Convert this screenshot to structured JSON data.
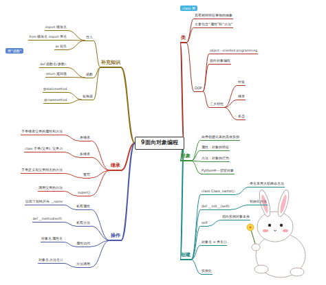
{
  "diagram": {
    "nodes": [
      {
        "text": [
          "9面向对象编程"
        ]
      },
      {
        "text": [
          "类"
        ]
      },
      {
        "text": [
          "具有相同特征事物的抽象"
        ]
      },
      {
        "text": [
          "主要包含“属性”和“方法”"
        ]
      },
      {
        "text": [
          "OOP"
        ]
      },
      {
        "text": [
          "object - oriented programming"
        ]
      },
      {
        "text": [
          "面向对象编程"
        ]
      },
      {
        "text": [
          "三大特性"
        ]
      },
      {
        "text": [
          "封装"
        ]
      },
      {
        "text": [
          "继承"
        ]
      },
      {
        "text": [
          "多态"
        ]
      },
      {
        "text": [
          "对象"
        ]
      },
      {
        "text": [
          "由类创建出来的具体实例"
        ]
      },
      {
        "text": [
          "属性：对象的特征"
        ]
      },
      {
        "text": [
          "方法：对象的行为"
        ]
      },
      {
        "text": [
          "Python中一切皆对象"
        ]
      },
      {
        "text": [
          "创建"
        ]
      },
      {
        "text": [
          "class Class_name():"
        ]
      },
      {
        "text": [
          "类名采用大驼峰命名法"
        ]
      },
      {
        "text": [
          "def __init__(self):"
        ]
      },
      {
        "text": [
          "初始化方法"
        ]
      },
      {
        "text": [
          "self"
        ]
      },
      {
        "text": [
          "指向实例对象本身"
        ]
      },
      {
        "text": [
          "对象名 = 类名()"
        ]
      },
      {
        "text": [
          "实例化"
        ]
      },
      {
        "text": [
          "补充知识"
        ]
      },
      {
        "text": [
          "导入"
        ]
      },
      {
        "text": [
          "import 模块名"
        ]
      },
      {
        "text": [
          "from 模块名 import 类名"
        ]
      },
      {
        "text": [
          "as 别名"
        ]
      },
      {
        "text": [
          "函数"
        ]
      },
      {
        "text": [
          "def 函数名(参数):"
        ]
      },
      {
        "text": [
          "return 返回值"
        ]
      },
      {
        "text": [
          "装饰器"
        ]
      },
      {
        "text": [
          "@staticmethod"
        ]
      },
      {
        "text": [
          "@classmethod"
        ]
      },
      {
        "text": [
          "继承"
        ]
      },
      {
        "text": [
          "单继承"
        ]
      },
      {
        "text": [
          "子类继承父类的属性和方法"
        ]
      },
      {
        "text": [
          "多继承"
        ]
      },
      {
        "text": [
          "class 子类(父类1, 父类2)"
        ]
      },
      {
        "text": [
          "重写"
        ]
      },
      {
        "text": [
          "子类定义与父类同名的方法"
        ]
      },
      {
        "text": [
          "super()"
        ]
      },
      {
        "text": [
          "调用父类的方法"
        ]
      },
      {
        "text": [
          "操作"
        ]
      },
      {
        "text": [
          "私有属性"
        ]
      },
      {
        "text": [
          "以双下划线开头 __name"
        ]
      },
      {
        "text": [
          "私有方法"
        ]
      },
      {
        "text": [
          "def __method(self):"
        ]
      },
      {
        "text": [
          "属性访问"
        ]
      },
      {
        "text": [
          "对象名.属性名"
        ]
      },
      {
        "text": [
          "方法调用"
        ]
      },
      {
        "text": [
          "对象名.方法名()"
        ]
      }
    ],
    "edges": [
      {
        "from": 0,
        "to": 1,
        "arrow": "none"
      },
      {
        "from": 1,
        "to": 2,
        "arrow": "none"
      },
      {
        "from": 1,
        "to": 3,
        "arrow": "none"
      },
      {
        "from": 1,
        "to": 4,
        "arrow": "none"
      },
      {
        "from": 4,
        "to": 5,
        "arrow": "none"
      },
      {
        "from": 4,
        "to": 6,
        "arrow": "none"
      },
      {
        "from": 4,
        "to": 7,
        "arrow": "none"
      },
      {
        "from": 7,
        "to": 8,
        "arrow": "none"
      },
      {
        "from": 7,
        "to": 9,
        "arrow": "none"
      },
      {
        "from": 7,
        "to": 10,
        "arrow": "none"
      },
      {
        "from": 0,
        "to": 11,
        "arrow": "none"
      },
      {
        "from": 11,
        "to": 12,
        "arrow": "none"
      },
      {
        "from": 11,
        "to": 13,
        "arrow": "none"
      },
      {
        "from": 11,
        "to": 14,
        "arrow": "none"
      },
      {
        "from": 11,
        "to": 15,
        "arrow": "none"
      },
      {
        "from": 0,
        "to": 16,
        "arrow": "none"
      },
      {
        "from": 16,
        "to": 17,
        "arrow": "none"
      },
      {
        "from": 17,
        "to": 18,
        "arrow": "none"
      },
      {
        "from": 16,
        "to": 19,
        "arrow": "none"
      },
      {
        "from": 19,
        "to": 20,
        "arrow": "none"
      },
      {
        "from": 16,
        "to": 21,
        "arrow": "none"
      },
      {
        "from": 21,
        "to": 22,
        "arrow": "none"
      },
      {
        "from": 16,
        "to": 23,
        "arrow": "none"
      },
      {
        "from": 16,
        "to": 24,
        "arrow": "none"
      },
      {
        "from": 0,
        "to": 25,
        "arrow": "none"
      },
      {
        "from": 25,
        "to": 26,
        "arrow": "none"
      },
      {
        "from": 26,
        "to": 27,
        "arrow": "none"
      },
      {
        "from": 26,
        "to": 28,
        "arrow": "none"
      },
      {
        "from": 26,
        "to": 29,
        "arrow": "none"
      },
      {
        "from": 25,
        "to": 30,
        "arrow": "none"
      },
      {
        "from": 30,
        "to": 31,
        "arrow": "none"
      },
      {
        "from": 30,
        "to": 32,
        "arrow": "none"
      },
      {
        "from": 25,
        "to": 33,
        "arrow": "none"
      },
      {
        "from": 33,
        "to": 34,
        "arrow": "none"
      },
      {
        "from": 33,
        "to": 35,
        "arrow": "none"
      },
      {
        "from": 0,
        "to": 36,
        "arrow": "none"
      },
      {
        "from": 36,
        "to": 37,
        "arrow": "none"
      },
      {
        "from": 37,
        "to": 38,
        "arrow": "none"
      },
      {
        "from": 36,
        "to": 39,
        "arrow": "none"
      },
      {
        "from": 39,
        "to": 40,
        "arrow": "none"
      },
      {
        "from": 36,
        "to": 41,
        "arrow": "none"
      },
      {
        "from": 41,
        "to": 42,
        "arrow": "none"
      },
      {
        "from": 36,
        "to": 43,
        "arrow": "none"
      },
      {
        "from": 43,
        "to": 44,
        "arrow": "none"
      },
      {
        "from": 0,
        "to": 45,
        "arrow": "none"
      },
      {
        "from": 45,
        "to": 46,
        "arrow": "none"
      },
      {
        "from": 46,
        "to": 47,
        "arrow": "none"
      },
      {
        "from": 45,
        "to": 48,
        "arrow": "none"
      },
      {
        "from": 48,
        "to": 49,
        "arrow": "none"
      },
      {
        "from": 45,
        "to": 50,
        "arrow": "none"
      },
      {
        "from": 50,
        "to": 51,
        "arrow": "none"
      },
      {
        "from": 45,
        "to": 52,
        "arrow": "none"
      },
      {
        "from": 52,
        "to": 53,
        "arrow": "none"
      }
    ],
    "labels": [
      "class 类",
      "用“函数”"
    ]
  }
}
